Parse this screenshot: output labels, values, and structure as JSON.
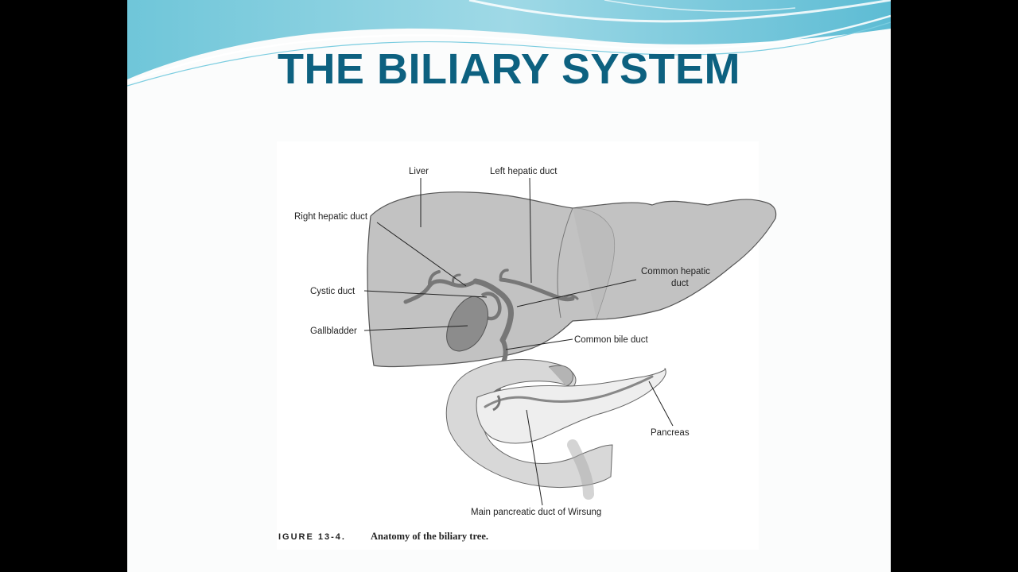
{
  "slide": {
    "title": "THE BILIARY SYSTEM",
    "accent_color": "#0d6180"
  },
  "figure": {
    "labels": {
      "liver": "Liver",
      "left_hepatic_duct": "Left hepatic duct",
      "right_hepatic_duct": "Right hepatic duct",
      "common_hepatic_duct_1": "Common hepatic",
      "common_hepatic_duct_2": "duct",
      "cystic_duct": "Cystic duct",
      "gallbladder": "Gallbladder",
      "common_bile_duct": "Common bile duct",
      "pancreas": "Pancreas",
      "main_pancreatic_duct": "Main pancreatic duct of Wirsung"
    },
    "caption": {
      "number": "IGURE 13-4.",
      "text": "Anatomy of the biliary tree."
    }
  }
}
